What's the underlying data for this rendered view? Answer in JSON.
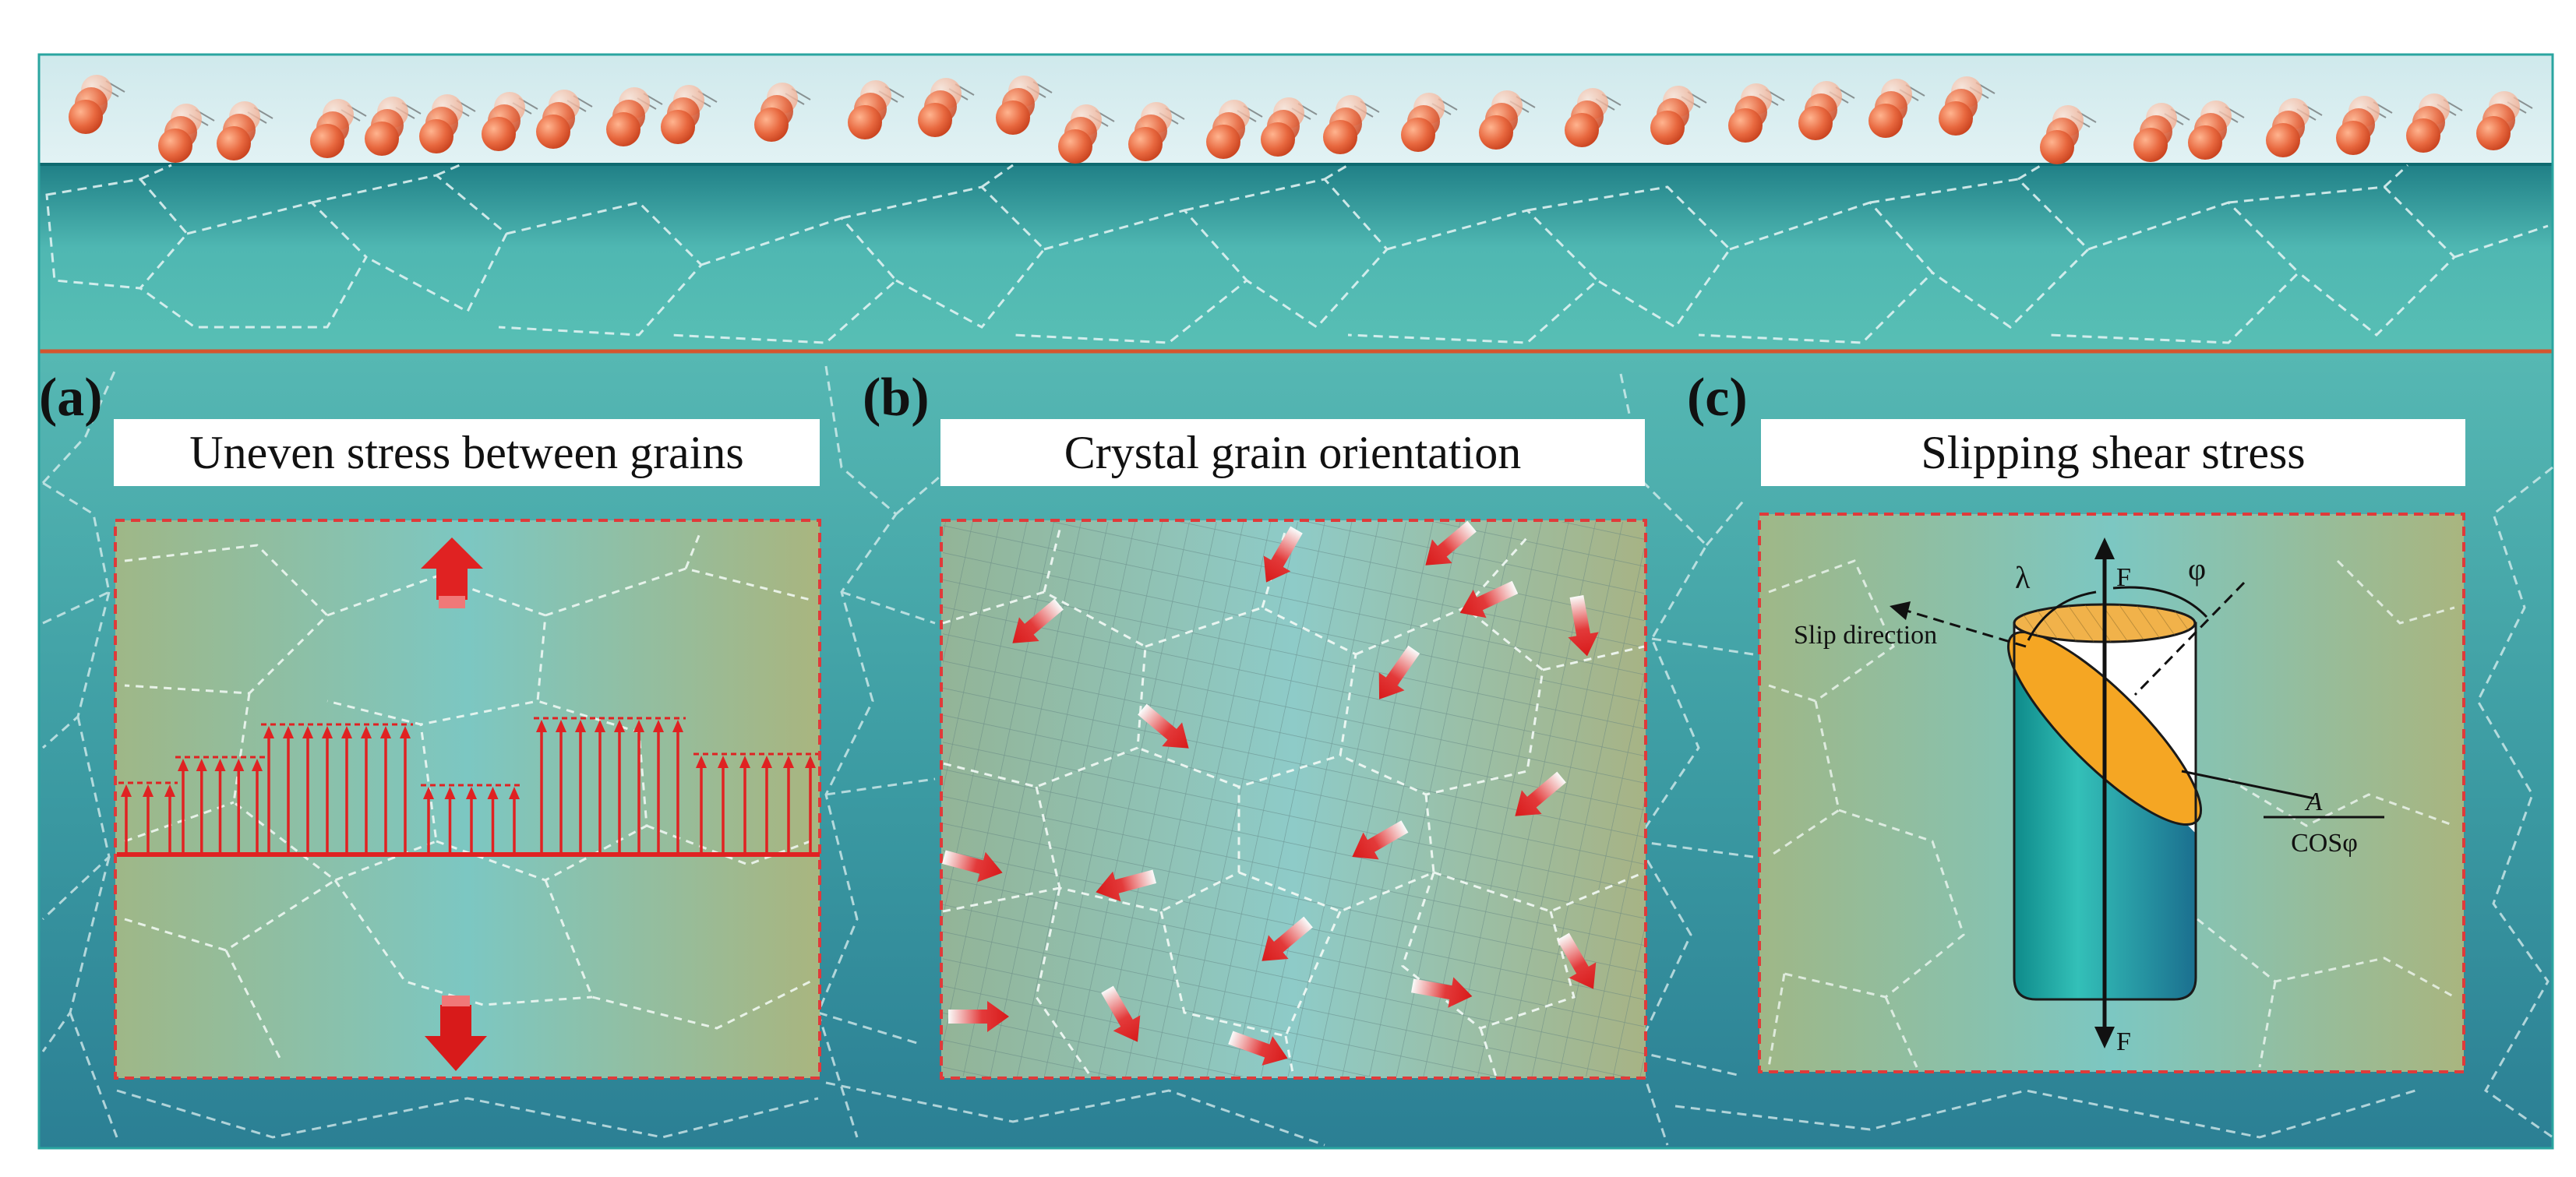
{
  "panels": [
    {
      "letter": "(a)",
      "title": "Uneven stress between grains"
    },
    {
      "letter": "(b)",
      "title": "Crystal grain orientation"
    },
    {
      "letter": "(c)",
      "title": "Slipping shear stress"
    }
  ],
  "cylinder": {
    "force_top": "F",
    "force_bottom": "F",
    "lambda": "λ",
    "phi": "φ",
    "slip_direction": "Slip direction",
    "area_numerator": "A",
    "area_denominator": "COSφ"
  },
  "colors": {
    "substrate": "#3f9fa0",
    "arrow": "#e02222",
    "particle": "#e8683f",
    "ellipse": "#f5a623"
  }
}
